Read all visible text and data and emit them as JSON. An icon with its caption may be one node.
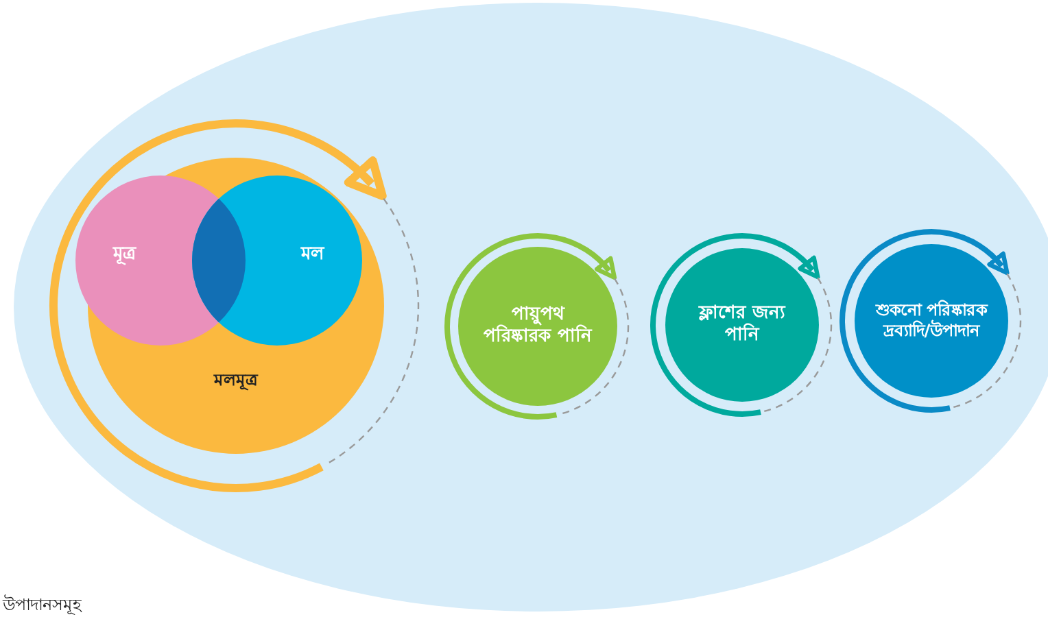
{
  "diagram": {
    "nodes": [
      {
        "text": [],
        "shape": "ellipse"
      },
      {
        "text": [
          "মলমূত্র"
        ],
        "in": 0
      },
      {
        "text": [
          "মূত্র"
        ],
        "in": 1
      },
      {
        "text": [
          "মল"
        ],
        "in": 1
      },
      {
        "text": [
          "পায়ুপথ পরিষ্কারক পানি"
        ],
        "in": 0
      },
      {
        "text": [
          "ফ্লাশের জন্য পানি"
        ],
        "in": 0
      },
      {
        "text": [
          "শুকনো পরিষ্কারক দ্রব্যাদি/উপাদান"
        ],
        "in": 0
      }
    ],
    "labels": [
      "উপাদানসমূহ"
    ]
  }
}
